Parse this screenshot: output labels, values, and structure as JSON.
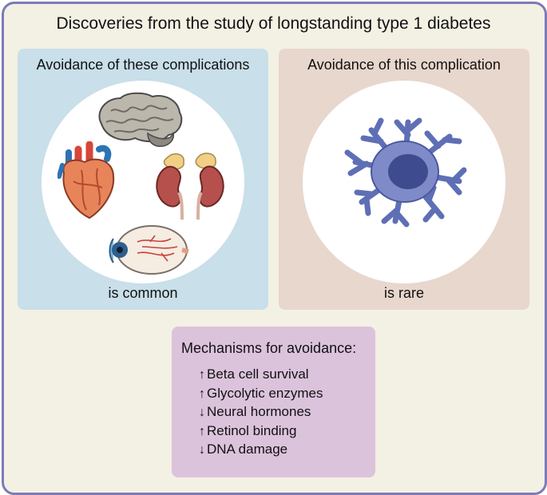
{
  "title": "Discoveries from the study of longstanding type 1 diabetes",
  "panels": [
    {
      "heading": "Avoidance of these complications",
      "caption": "is common",
      "icons": [
        "brain-icon",
        "heart-icon",
        "kidneys-icon",
        "eye-icon"
      ]
    },
    {
      "heading": "Avoidance of this complication",
      "caption": "is rare",
      "icons": [
        "neuron-cell-icon"
      ]
    }
  ],
  "mechanisms": {
    "title": "Mechanisms for avoidance:",
    "items": [
      {
        "arrow": "↑",
        "label": "Beta cell survival"
      },
      {
        "arrow": "↑",
        "label": "Glycolytic enzymes"
      },
      {
        "arrow": "↓",
        "label": "Neural hormones"
      },
      {
        "arrow": "↑",
        "label": "Retinol binding"
      },
      {
        "arrow": "↓",
        "label": "DNA damage"
      }
    ]
  },
  "colors": {
    "frame_border": "#7d7ab8",
    "background": "#f3f0e4",
    "left_panel": "#c9dfe9",
    "right_panel": "#e8d7cd",
    "mechanism_box": "#dcc3dc"
  }
}
